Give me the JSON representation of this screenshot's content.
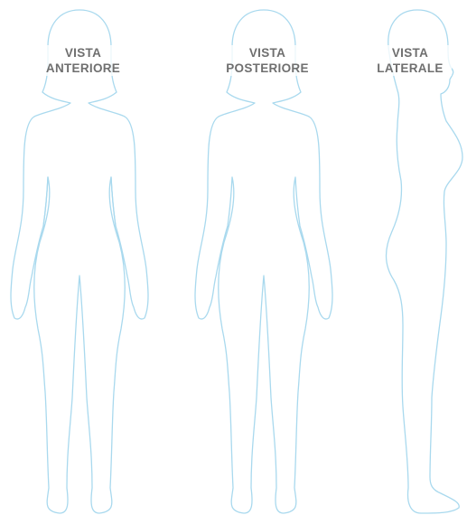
{
  "views": [
    {
      "line1": "VISTA",
      "line2": "ANTERIORE"
    },
    {
      "line1": "VISTA",
      "line2": "POSTERIORE"
    },
    {
      "line1": "VISTA",
      "line2": "LATERALE"
    }
  ],
  "colors": {
    "outline": "#a9d9ee",
    "label_text": "#6f6f6f",
    "background": "#ffffff"
  }
}
